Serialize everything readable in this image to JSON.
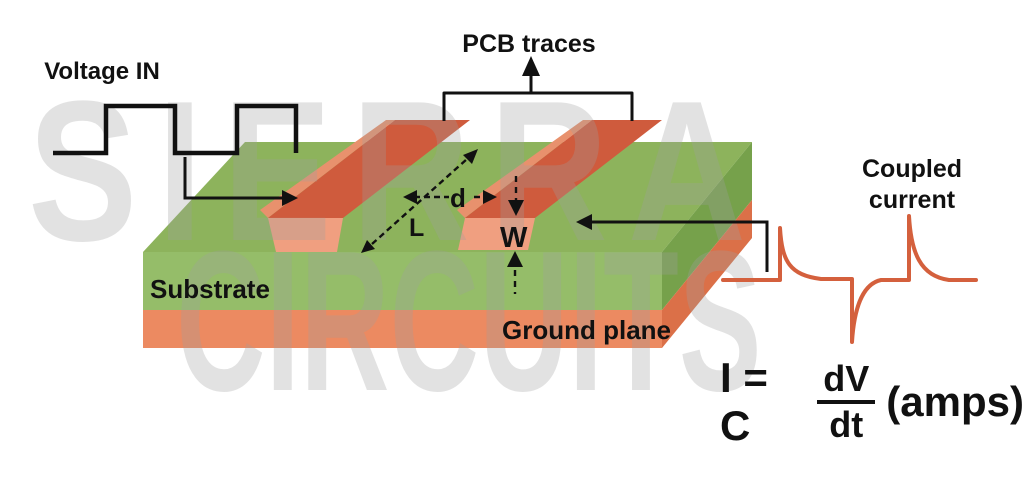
{
  "labels": {
    "voltage_in": "Voltage IN",
    "pcb_traces": "PCB traces",
    "coupled_current": "Coupled current",
    "substrate": "Substrate",
    "ground_plane": "Ground plane"
  },
  "dimensions": {
    "trace_spacing": "d",
    "trace_length": "L",
    "trace_width": "W"
  },
  "formula": {
    "lhs": "I = C",
    "numerator": "dV",
    "denominator": "dt",
    "suffix": "(amps)"
  },
  "watermark": {
    "line1": "SIERRA",
    "line2": "CIRCUITS"
  },
  "colors": {
    "substrate_top": "#8db35c",
    "substrate_front": "#95bd69",
    "substrate_side": "#76a14b",
    "ground_front": "#ec8a61",
    "ground_side": "#db7048",
    "trace_top": "#cf5b3d",
    "trace_highlight": "#e8916d",
    "trace_front": "#f09f80",
    "signal_black": "#111111",
    "coupled_wave": "#d4603d"
  }
}
